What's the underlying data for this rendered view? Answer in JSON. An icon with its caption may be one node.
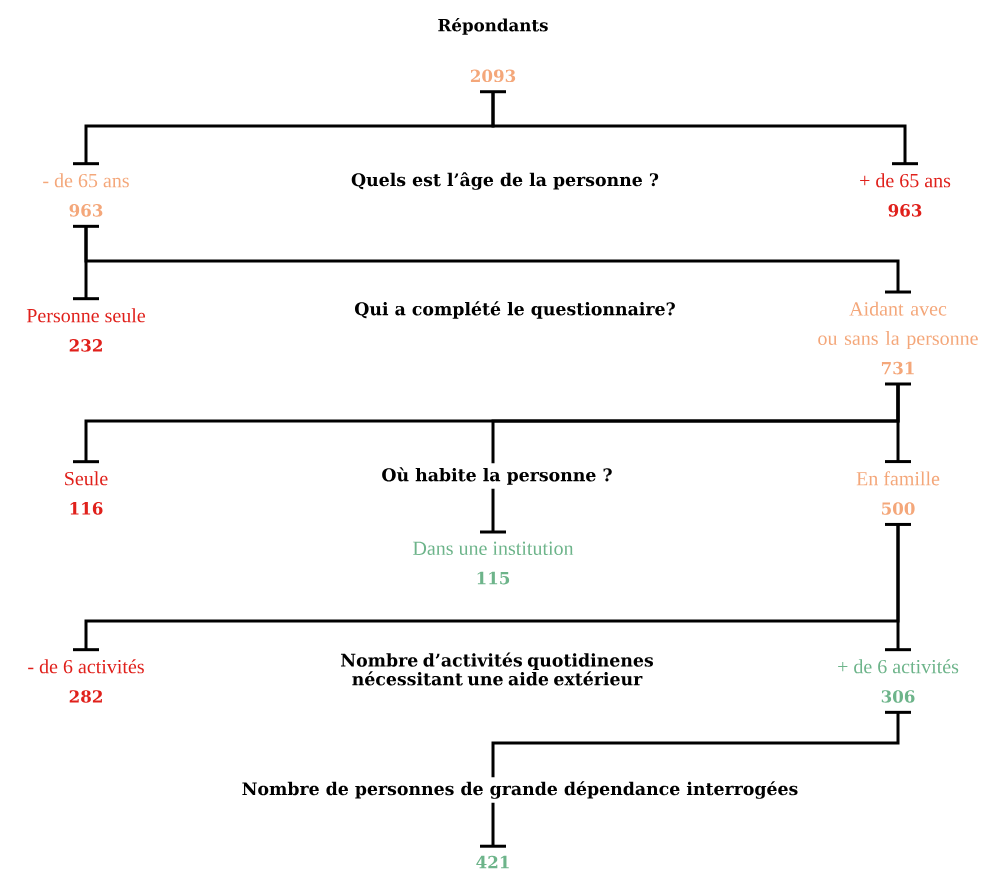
{
  "diagram": {
    "nodes": [
      {
        "text": [
          "Répondants",
          "2093"
        ]
      },
      {
        "text": [
          "- de 65 ans",
          "963"
        ]
      },
      {
        "text": [
          "+ de 65 ans",
          "963"
        ]
      },
      {
        "text": [
          "Personne seule",
          "232"
        ]
      },
      {
        "text": [
          "Aidant avec ou sans la personne",
          "731"
        ]
      },
      {
        "text": [
          "Seule",
          "116"
        ]
      },
      {
        "text": [
          "Dans une institution",
          "115"
        ]
      },
      {
        "text": [
          "En famille",
          "500"
        ]
      },
      {
        "text": [
          "- de 6 activités",
          "282"
        ]
      },
      {
        "text": [
          "+ de 6 activités",
          "306"
        ]
      },
      {
        "text": [
          "421"
        ]
      }
    ],
    "edges": [
      {
        "from": 0,
        "to": 1,
        "arrow": "none"
      },
      {
        "from": 0,
        "to": 2,
        "arrow": "none"
      },
      {
        "from": 1,
        "to": 3,
        "arrow": "none"
      },
      {
        "from": 1,
        "to": 4,
        "arrow": "none"
      },
      {
        "from": 4,
        "to": 5,
        "arrow": "none"
      },
      {
        "from": 4,
        "to": 6,
        "arrow": "none"
      },
      {
        "from": 4,
        "to": 7,
        "arrow": "none"
      },
      {
        "from": 7,
        "to": 8,
        "arrow": "none"
      },
      {
        "from": 7,
        "to": 9,
        "arrow": "none"
      },
      {
        "from": 9,
        "to": 10,
        "arrow": "none"
      }
    ],
    "labels": [
      "Quels est l’âge de la personne ?",
      "Qui a complété le questionnaire?",
      "Où habite la personne ?",
      "Nombre d’activités quotidinenes nécessitant une aide extérieur",
      "Nombre de personnes de grande dépendance interrogées"
    ]
  }
}
